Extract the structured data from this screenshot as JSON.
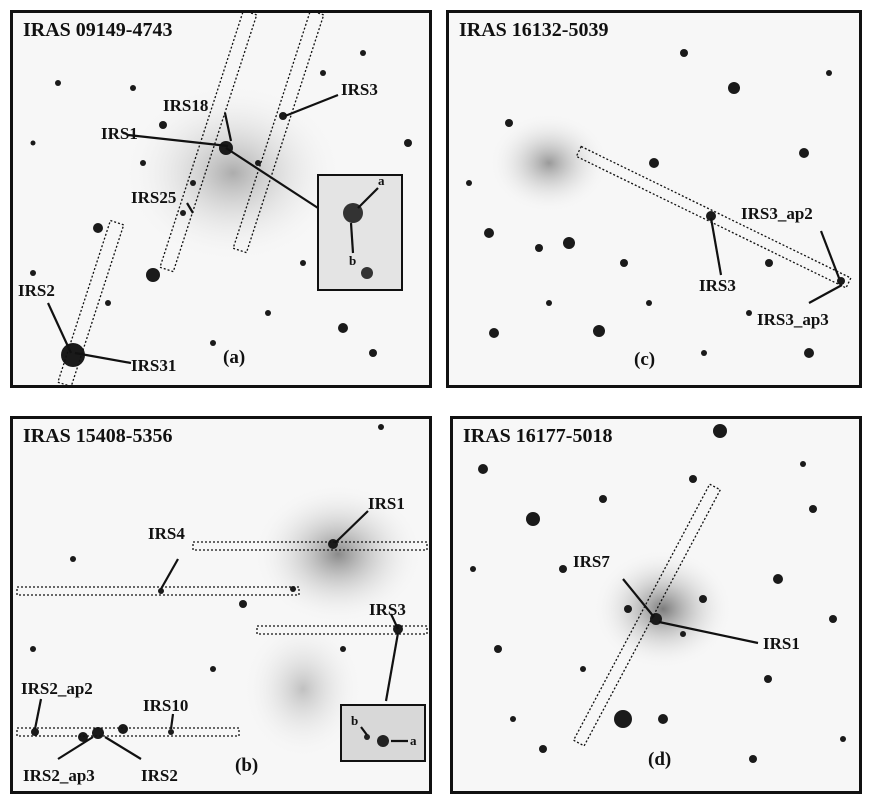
{
  "panels": {
    "a": {
      "title": "IRAS 09149-4743",
      "tag": "(a)",
      "labels": [
        "IRS18",
        "IRS3",
        "IRS1",
        "IRS25",
        "IRS2",
        "IRS31"
      ],
      "inset_labels": [
        "a",
        "b"
      ]
    },
    "c": {
      "title": "IRAS 16132-5039",
      "tag": "(c)",
      "labels": [
        "IRS3_ap2",
        "IRS3",
        "IRS3_ap3"
      ]
    },
    "b": {
      "title": "IRAS 15408-5356",
      "tag": "(b)",
      "labels": [
        "IRS1",
        "IRS4",
        "IRS3",
        "IRS2_ap2",
        "IRS10",
        "IRS2_ap3",
        "IRS2"
      ],
      "inset_labels": [
        "b",
        "a"
      ]
    },
    "d": {
      "title": "IRAS 16177-5018",
      "tag": "(d)",
      "labels": [
        "IRS7",
        "IRS1"
      ]
    }
  },
  "colors": {
    "border": "#111111",
    "background": "#f7f7f7",
    "star": "#1a1a1a",
    "nebula": "#8a8a8a"
  }
}
